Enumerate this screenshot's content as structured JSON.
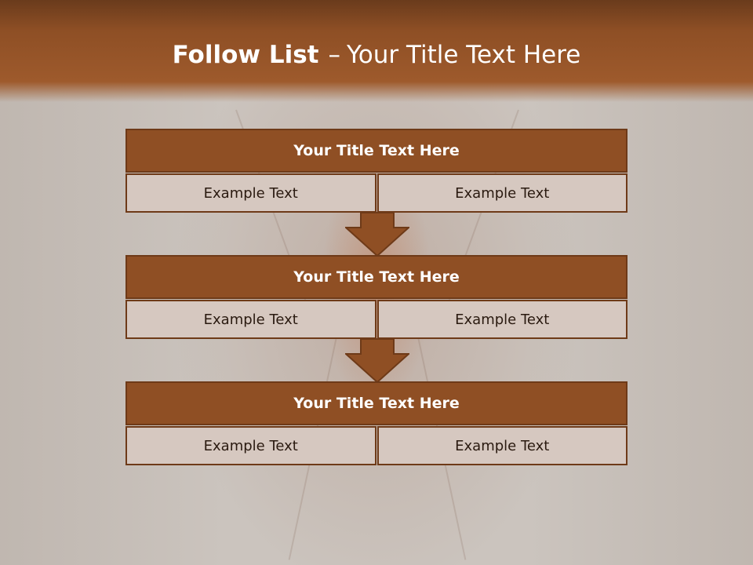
{
  "slide": {
    "title_bold": "Follow List",
    "title_dash": "–",
    "title_rest": "Your Title Text Here"
  },
  "blocks": [
    {
      "title": "Your Title Text Here",
      "left": "Example Text",
      "right": "Example Text"
    },
    {
      "title": "Your Title Text Here",
      "left": "Example Text",
      "right": "Example Text"
    },
    {
      "title": "Your Title Text Here",
      "left": "Example Text",
      "right": "Example Text"
    }
  ],
  "colors": {
    "header": "#9e5a2c",
    "block_title": "#8f4f24",
    "border": "#6e3a18",
    "cell": "#d6c8c0",
    "background": "#cbc4be"
  },
  "icons": [
    "down-arrow-icon",
    "down-arrow-icon"
  ]
}
